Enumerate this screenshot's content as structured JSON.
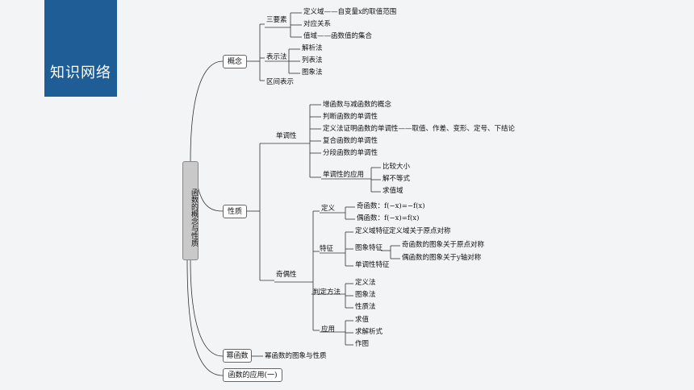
{
  "header": {
    "title": "知识网络"
  },
  "root": "函数的概念与性质",
  "branches": {
    "concept": {
      "label": "概念",
      "three_elements": {
        "label": "三要素",
        "items": [
          "定义域——自变量x的取值范围",
          "对应关系",
          "值域——函数值的集合"
        ]
      },
      "representation": {
        "label": "表示法",
        "items": [
          "解析法",
          "列表法",
          "图象法"
        ]
      },
      "interval": "区间表示"
    },
    "property": {
      "label": "性质",
      "monotonicity": {
        "label": "单调性",
        "items": [
          "增函数与减函数的概念",
          "判断函数的单调性",
          "定义法证明函数的单调性——取值、作差、变形、定号、下结论",
          "复合函数的单调性",
          "分段函数的单调性"
        ],
        "application": {
          "label": "单调性的应用",
          "items": [
            "比较大小",
            "解不等式",
            "求值域"
          ]
        }
      },
      "parity": {
        "label": "奇偶性",
        "definition": {
          "label": "定义",
          "items": [
            "奇函数：f(−x)=−f(x)",
            "偶函数：f(−x)=f(x)"
          ]
        },
        "feature": {
          "label": "特征",
          "domain_feature": {
            "label": "定义域特征",
            "detail": "定义域关于原点对称"
          },
          "graph_feature": {
            "label": "图象特征",
            "items": [
              "奇函数的图象关于原点对称",
              "偶函数的图象关于y轴对称"
            ]
          },
          "mono_feature": "单调性特征"
        },
        "judge": {
          "label": "判定方法",
          "items": [
            "定义法",
            "图象法",
            "性质法"
          ]
        },
        "apply": {
          "label": "应用",
          "items": [
            "求值",
            "求解析式",
            "作图"
          ]
        }
      }
    },
    "power": {
      "label": "幂函数",
      "detail": "幂函数的图象与性质"
    },
    "application": {
      "label": "函数的应用(一)"
    }
  }
}
